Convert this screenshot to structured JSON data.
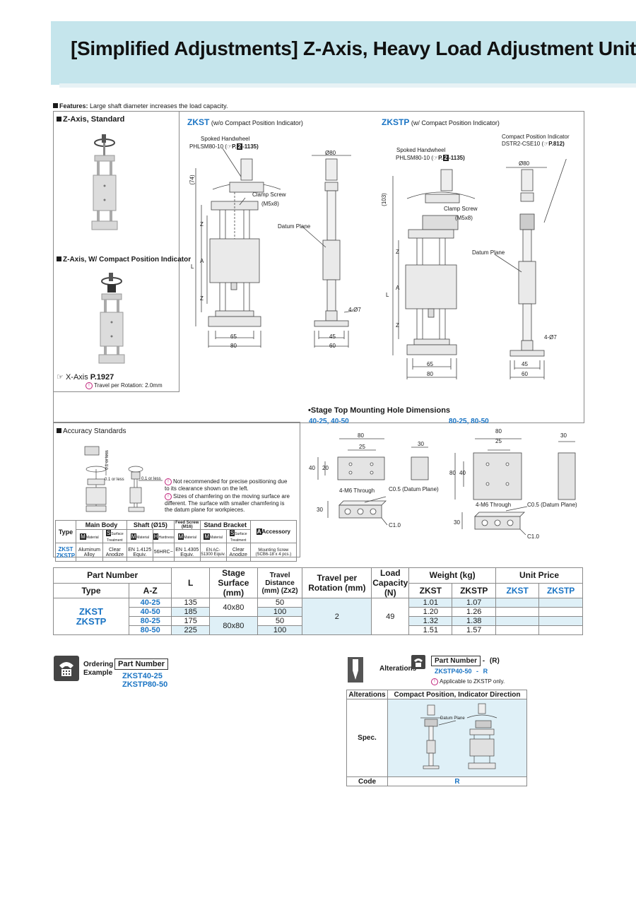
{
  "title": "[Simplified Adjustments] Z-Axis, Heavy Load Adjustment Unit",
  "features": {
    "label": "Features:",
    "text": "Large shaft diameter increases the load capacity."
  },
  "left_panel": {
    "standard_label": "Z-Axis, Standard",
    "indicator_label": "Z-Axis, W/ Compact Position Indicator",
    "xaxis_text": "X-Axis",
    "xaxis_page": "P.1927",
    "travel_note": "Travel per Rotation: 2.0mm"
  },
  "zkst": {
    "name": "ZKST",
    "desc": "(w/o Compact Position Indicator)",
    "handwheel_label": "Spoked Handwheel",
    "handwheel_part": "PHLSM80-10 (",
    "handwheel_ref_p": "P.",
    "handwheel_ref_vol": "2",
    "handwheel_ref_page": "-1135)",
    "clamp_label": "Clamp Screw",
    "clamp_size": "(M5x8)",
    "datum_label": "Datum Plane",
    "dim_74": "(74)",
    "dim_phi80": "Ø80",
    "dim_z": "Z",
    "dim_a": "A",
    "dim_l": "L",
    "dim_65": "65",
    "dim_80": "80",
    "dim_45": "45",
    "dim_60": "60",
    "dim_holes": "4-Ø7"
  },
  "zkstp": {
    "name": "ZKSTP",
    "desc": "(w/ Compact Position Indicator)",
    "handwheel_label": "Spoked Handwheel",
    "handwheel_part": "PHLSM80-10 (",
    "handwheel_ref_p": "P.",
    "handwheel_ref_vol": "2",
    "handwheel_ref_page": "-1135)",
    "indicator_label": "Compact Position Indicator",
    "indicator_part": "DSTR2-CSE10 (",
    "indicator_ref": "P.812)",
    "clamp_label": "Clamp Screw",
    "clamp_size": "(M5x8)",
    "datum_label": "Datum Plane",
    "dim_103": "(103)",
    "dim_phi80": "Ø80",
    "dim_65": "65",
    "dim_80": "80",
    "dim_45": "45",
    "dim_60": "60",
    "dim_holes": "4-Ø7"
  },
  "mounting": {
    "title": "•Stage Top Mounting Hole Dimensions",
    "set_a": "40-25, 40-50",
    "set_b": "80-25, 80-50",
    "through": "4-M6 Through",
    "chamfer": "C0.5 (Datum Plane)",
    "c10": "C1.0",
    "d80": "80",
    "d25": "25",
    "d40": "40",
    "d20": "20",
    "d30": "30"
  },
  "accuracy": {
    "label": "Accuracy Standards",
    "tol1": "0.1 or less",
    "tol2": "0.1 or less",
    "tol3": "0.1 or less",
    "note1": "Not recommended for precise positioning due to its clearance shown on the left.",
    "note2": "Sizes of chamfering on the moving surface are different. The surface with smaller chamfering is the datum plane for workpieces.",
    "table": {
      "h_type": "Type",
      "h_body": "Main Body",
      "h_shaft": "Shaft (Ø15)",
      "h_feed": "Feed Screw (M16)",
      "h_bracket": "Stand Bracket",
      "h_acc": "Accessory",
      "s_m": "M",
      "s_material": "Material",
      "s_s": "S",
      "s_surface": "Surface Treatment",
      "s_h": "H",
      "s_hardness": "Hardness",
      "s_a": "A",
      "type1": "ZKST",
      "type2": "ZKSTP",
      "body_mat": "Aluminum Alloy",
      "body_surf": "Clear Anodize",
      "shaft_mat": "EN 1.4125 Equiv.",
      "shaft_hard": "56HRC~",
      "feed_mat": "EN 1.4305 Equiv.",
      "br_mat": "EN AC-51300 Equiv.",
      "br_surf": "Clear Anodize",
      "acc": "Mounting Screw (SCB6-18 x 4 pcs.)"
    }
  },
  "main_table": {
    "h_part": "Part Number",
    "h_type": "Type",
    "h_az": "A-Z",
    "h_l": "L",
    "h_stage": "Stage Surface (mm)",
    "h_travel": "Travel Distance (mm) (Zx2)",
    "h_trot": "Travel per Rotation (mm)",
    "h_load": "Load Capacity (N)",
    "h_weight": "Weight (kg)",
    "h_w1": "ZKST",
    "h_w2": "ZKSTP",
    "h_price": "Unit Price",
    "h_p1": "ZKST",
    "h_p2": "ZKSTP",
    "type1": "ZKST",
    "type2": "ZKSTP",
    "trot": "2",
    "load": "49",
    "rows": [
      {
        "az": "40-25",
        "l": "135",
        "stage": "40x80",
        "travel": "50",
        "w1": "1.01",
        "w2": "1.07"
      },
      {
        "az": "40-50",
        "l": "185",
        "stage": "",
        "travel": "100",
        "w1": "1.20",
        "w2": "1.26"
      },
      {
        "az": "80-25",
        "l": "175",
        "stage": "80x80",
        "travel": "50",
        "w1": "1.32",
        "w2": "1.38"
      },
      {
        "az": "80-50",
        "l": "225",
        "stage": "",
        "travel": "100",
        "w1": "1.51",
        "w2": "1.57"
      }
    ]
  },
  "ordering": {
    "label1": "Ordering",
    "label2": "Example",
    "pn_label": "Part Number",
    "ex1": "ZKST40-25",
    "ex2": "ZKSTP80-50"
  },
  "alterations": {
    "label": "Alterations",
    "pn_label": "Part Number",
    "dash": "-",
    "r_code": "(R)",
    "ex_part": "ZKSTP40-50",
    "ex_dash": "-",
    "ex_r": "R",
    "note": "Applicable to ZKSTP only.",
    "h_alt": "Alterations",
    "h_compact": "Compact Position, Indicator Direction",
    "spec": "Spec.",
    "datum": "Datum Plane",
    "code": "Code",
    "code_val": "R"
  },
  "colors": {
    "header_bg": "#c5e5ec",
    "accent_blue": "#1a74c4",
    "table_highlight": "#dff0f7"
  }
}
